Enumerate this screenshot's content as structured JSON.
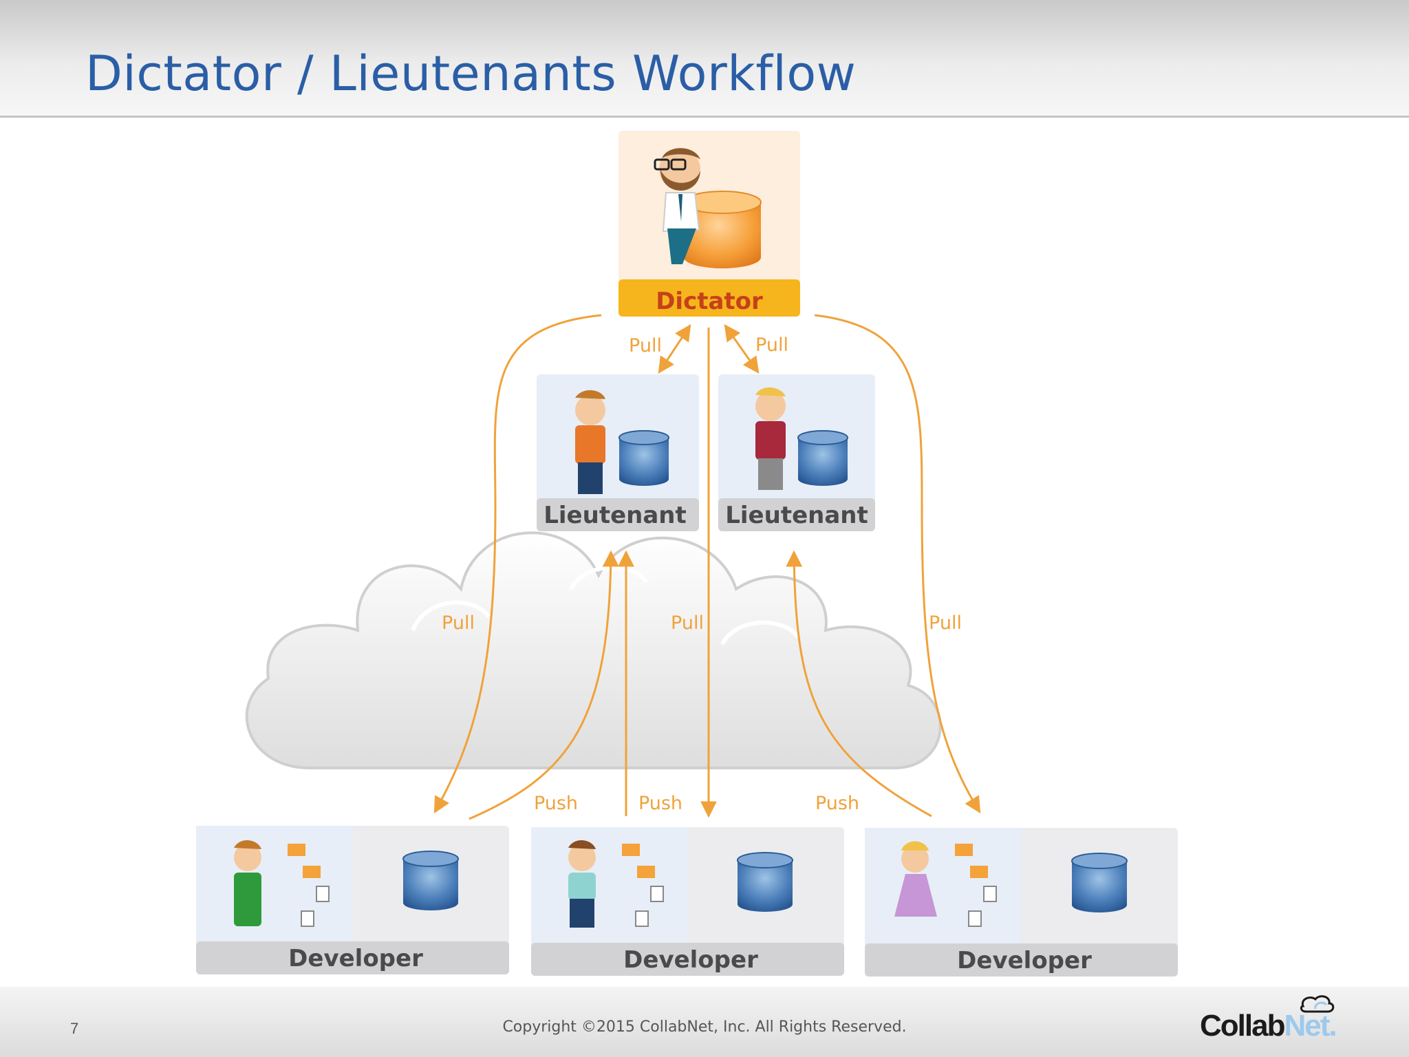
{
  "slide": {
    "title": "Dictator / Lieutenants Workflow",
    "page_number": "7",
    "copyright": "Copyright ©2015 CollabNet, Inc.  All Rights Reserved.",
    "logo": {
      "text_dark": "Collab",
      "text_light": "Net."
    }
  },
  "diagram": {
    "dictator": {
      "label": "Dictator"
    },
    "lieutenants": [
      {
        "label": "Lieutenant"
      },
      {
        "label": "Lieutenant"
      }
    ],
    "developers": [
      {
        "label": "Developer"
      },
      {
        "label": "Developer"
      },
      {
        "label": "Developer"
      }
    ],
    "flow_labels": {
      "pull_dictator_left": "Pull",
      "pull_dictator_right": "Pull",
      "pull_outer_left": "Pull",
      "pull_center": "Pull",
      "pull_outer_right": "Pull",
      "push_left": "Push",
      "push_center": "Push",
      "push_right": "Push"
    }
  },
  "colors": {
    "title": "#2a5ea6",
    "arrow": "#f0a23a",
    "dictator_band": "#f6b51c",
    "dictator_text": "#c6401a",
    "role_band": "#d2d2d4",
    "role_text": "#4a4a4a",
    "repository": "#3a6ea8"
  },
  "icons": {
    "dictator": "bearded-man-with-glasses-icon",
    "lieutenant": "person-icon",
    "developer": "person-icon",
    "repository": "database-cylinder-icon",
    "files": "folder-tree-icon",
    "cloud": "cloud-icon"
  }
}
